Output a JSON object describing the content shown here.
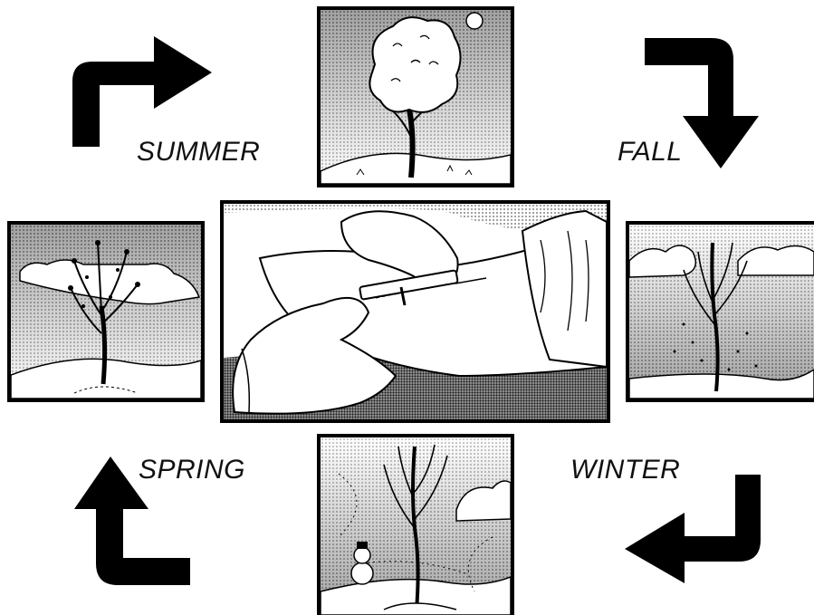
{
  "seasons": {
    "summer": "SUMMER",
    "fall": "FALL",
    "winter": "WINTER",
    "spring": "SPRING"
  },
  "panels": [
    {
      "id": "summer",
      "icon": "full-leaf-tree-with-sun"
    },
    {
      "id": "fall",
      "icon": "bare-tree-falling-leaves"
    },
    {
      "id": "winter",
      "icon": "bare-tree-with-snowman"
    },
    {
      "id": "spring",
      "icon": "budding-tree"
    },
    {
      "id": "center",
      "icon": "gloved-hands-injecting-syringe-into-arm"
    }
  ],
  "arrows": [
    "arrow-spring-to-summer",
    "arrow-summer-to-fall",
    "arrow-fall-to-winter",
    "arrow-winter-to-spring"
  ],
  "colors": {
    "ink": "#000000",
    "paper": "#ffffff",
    "shade": "#9a9a9a"
  }
}
